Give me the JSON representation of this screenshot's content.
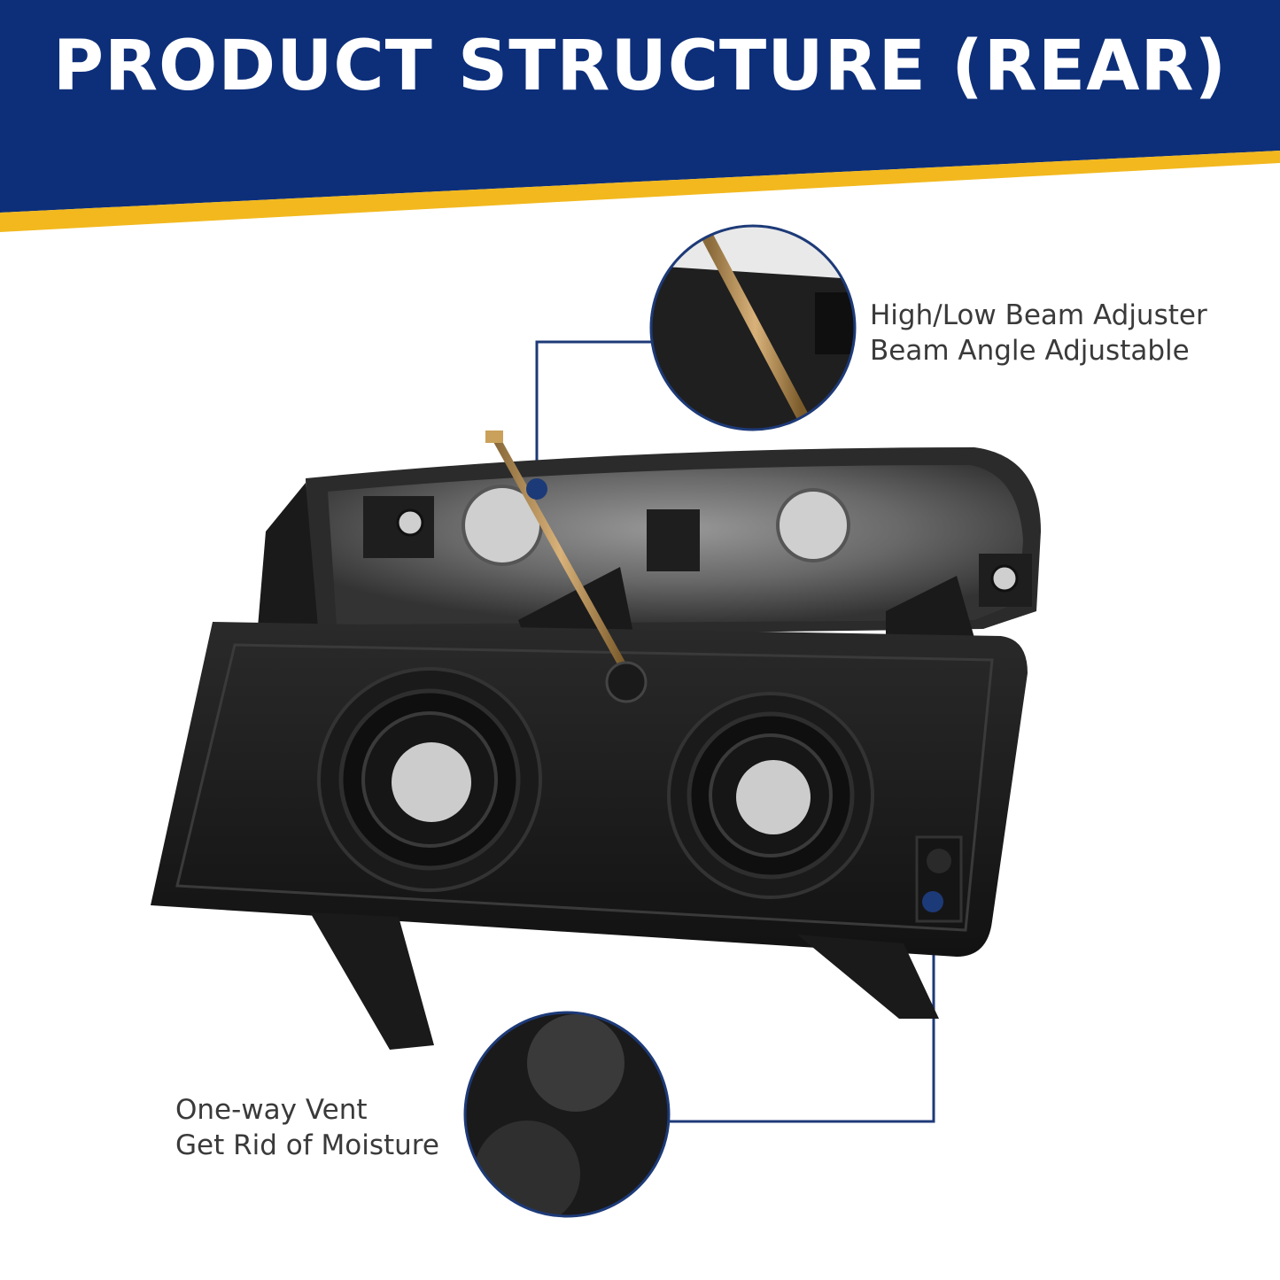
{
  "header": {
    "title": "PRODUCT STRUCTURE (REAR)",
    "colors": {
      "banner": "#0d2f7a",
      "stripe": "#f2b81e",
      "leader_line": "#1d3a78"
    }
  },
  "callouts": {
    "adjuster": {
      "line1": "High/Low Beam Adjuster",
      "line2": "Beam Angle Adjustable"
    },
    "vent": {
      "line1": "One-way Vent",
      "line2": "Get Rid of Moisture"
    }
  }
}
